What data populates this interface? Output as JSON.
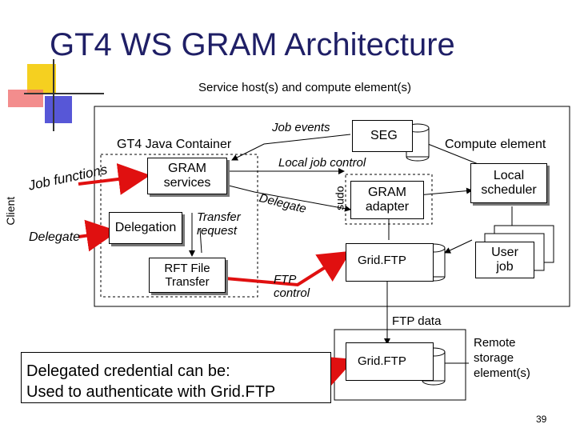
{
  "title": "GT4 WS GRAM Architecture",
  "colors": {
    "title": "#1f1f66",
    "arrow_red": "#e01010",
    "deco_yellow": "#f5d020",
    "deco_blue": "#3030c0",
    "deco_red": "#e04040"
  },
  "labels": {
    "service_host": "Service host(s) and compute element(s)",
    "client": "Client",
    "job_functions": "Job functions",
    "delegate": "Delegate",
    "gt4_java_container": "GT4 Java Container",
    "gram_services": "GRAM services",
    "delegation": "Delegation",
    "transfer_request": "Transfer request",
    "rft_file_transfer": "RFT File Transfer",
    "job_events": "Job events",
    "seg": "SEG",
    "compute_element": "Compute element",
    "local_job_control": "Local job control",
    "delegate_arrow": "Delegate",
    "sudo": "sudo",
    "gram_adapter": "GRAM adapter",
    "local_scheduler": "Local scheduler",
    "gridftp_1": "Grid.FTP",
    "user_job": "User job",
    "ftp_control": "FTP control",
    "ftp_data": "FTP data",
    "gridftp_2": "Grid.FTP",
    "remote_storage": "Remote storage element(s)",
    "delegated_credential": "Delegated credential can be: Used to authenticate with Grid.FTP",
    "page_number": "39"
  },
  "label_lines": {
    "gram_services": [
      "GRAM",
      "services"
    ],
    "transfer_request": [
      "Transfer",
      "request"
    ],
    "rft_file_transfer": [
      "RFT File",
      "Transfer"
    ],
    "gram_adapter": [
      "GRAM",
      "adapter"
    ],
    "local_scheduler": [
      "Local",
      "scheduler"
    ],
    "user_job": [
      "User",
      "job"
    ],
    "ftp_control": [
      "FTP",
      "control"
    ],
    "remote_storage": [
      "Remote",
      "storage",
      "element(s)"
    ],
    "delegated_credential": [
      "Delegated credential can be:",
      "Used to authenticate with Grid.FTP"
    ]
  }
}
